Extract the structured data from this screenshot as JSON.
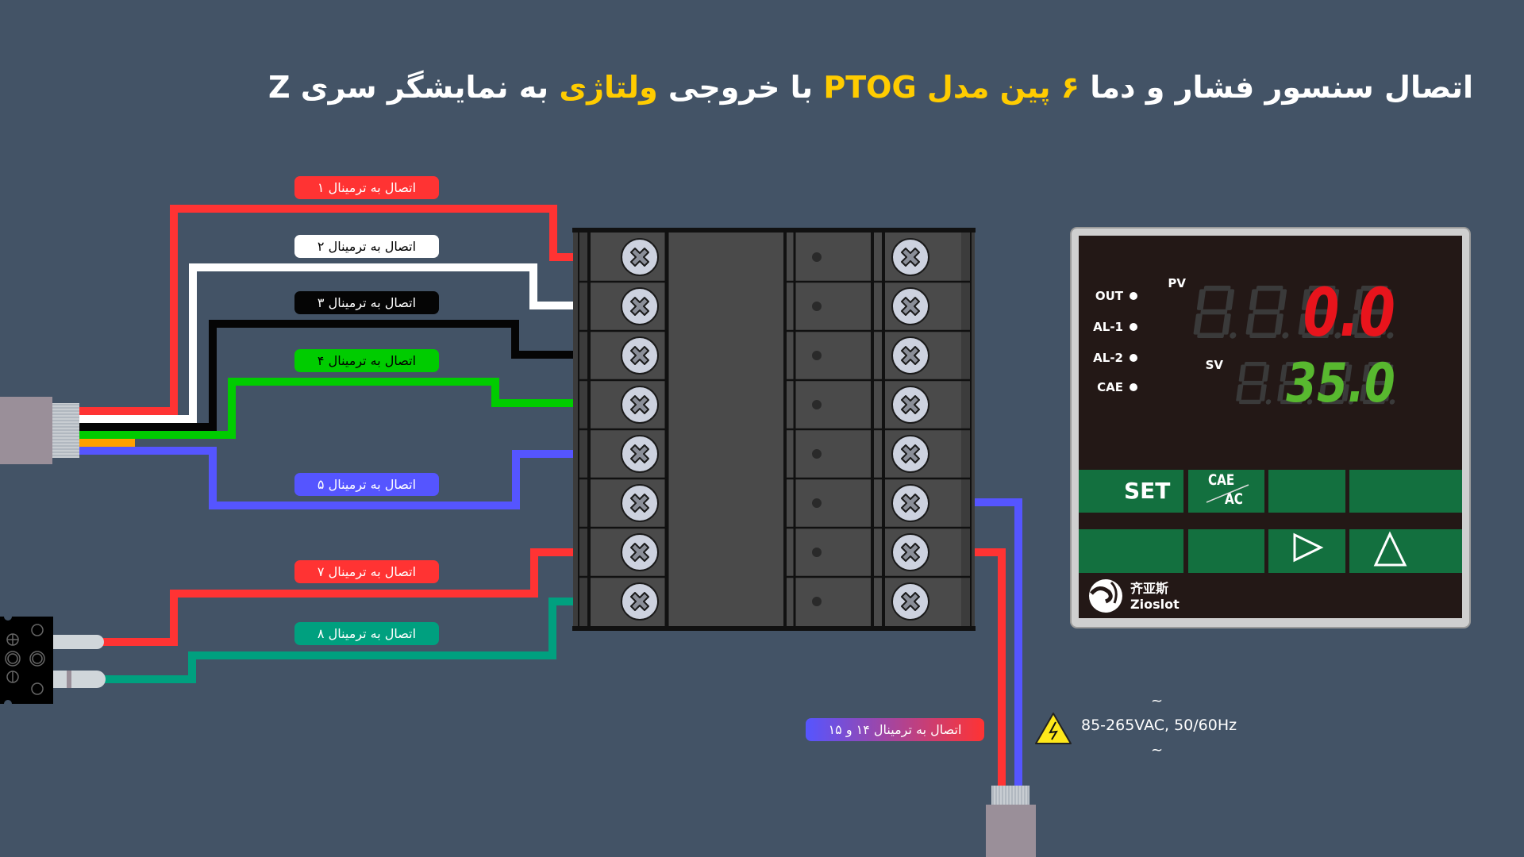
{
  "title": {
    "segments": [
      {
        "text": "اتصال سنسور فشار و دما ",
        "highlight": false
      },
      {
        "text": "۶ پین مدل PTOG",
        "highlight": true
      },
      {
        "text": " با خروجی ",
        "highlight": false
      },
      {
        "text": "ولتاژی",
        "highlight": true
      },
      {
        "text": " به نمایشگر سری Z",
        "highlight": false
      }
    ],
    "highlight_color": "#FFCC00"
  },
  "wires": [
    {
      "label": "اتصال به ترمینال ۱",
      "color": "#FF3333",
      "text_color": "#ffffff"
    },
    {
      "label": "اتصال به ترمینال ۲",
      "color": "#FFFFFF",
      "text_color": "#000000"
    },
    {
      "label": "اتصال به ترمینال ۳",
      "color": "#050505",
      "text_color": "#ffffff"
    },
    {
      "label": "اتصال به ترمینال ۴",
      "color": "#00CC00",
      "text_color": "#000000"
    },
    {
      "label": "اتصال به ترمینال ۵",
      "color": "#5555FF",
      "text_color": "#ffffff"
    },
    {
      "label": "اتصال به ترمینال ۷",
      "color": "#FF3333",
      "text_color": "#ffffff"
    },
    {
      "label": "اتصال به ترمینال ۸",
      "color": "#00A07F",
      "text_color": "#ffffff"
    }
  ],
  "power": {
    "label": "اتصال به ترمینال ۱۴ و ۱۵",
    "spec": "85-265VAC, 50/60Hz",
    "tilde": "~"
  },
  "display": {
    "indicators": [
      "OUT",
      "AL-1",
      "AL-2",
      "CAE"
    ],
    "pv_label": "PV",
    "sv_label": "SV",
    "pv_value": "0.0",
    "sv_value": "35.0",
    "pv_color": "#E8141C",
    "sv_color": "#58B82F",
    "buttons": {
      "set": "SET",
      "cae": "CAE",
      "ac": "AC"
    },
    "brand": {
      "cn": "齐亚斯",
      "en": "Zioslot"
    }
  }
}
